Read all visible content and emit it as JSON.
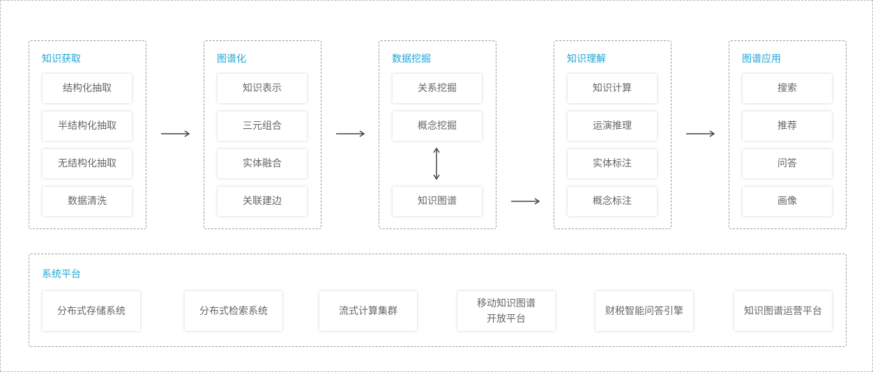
{
  "groups": [
    {
      "title": "知识获取",
      "items": [
        "结构化抽取",
        "半结构化抽取",
        "无结构化抽取",
        "数据清洗"
      ]
    },
    {
      "title": "图谱化",
      "items": [
        "知识表示",
        "三元组合",
        "实体融合",
        "关联建边"
      ]
    },
    {
      "title": "数据挖掘",
      "items": [
        "关系挖掘",
        "概念挖掘",
        "知识图谱"
      ]
    },
    {
      "title": "知识理解",
      "items": [
        "知识计算",
        "运演推理",
        "实体标注",
        "概念标注"
      ]
    },
    {
      "title": "图谱应用",
      "items": [
        "搜索",
        "推荐",
        "问答",
        "画像"
      ]
    }
  ],
  "platform": {
    "title": "系统平台",
    "items": [
      {
        "line1": "分布式存储系统",
        "line2": ""
      },
      {
        "line1": "分布式检索系统",
        "line2": ""
      },
      {
        "line1": "流式计算集群",
        "line2": ""
      },
      {
        "line1": "移动知识图谱",
        "line2": "开放平台"
      },
      {
        "line1": "财税智能问答引擎",
        "line2": ""
      },
      {
        "line1": "知识图谱运营平台",
        "line2": ""
      }
    ]
  },
  "colors": {
    "title": "#21a5d6",
    "text": "#666666",
    "border": "#9a9a9a",
    "arrow": "#444444"
  }
}
